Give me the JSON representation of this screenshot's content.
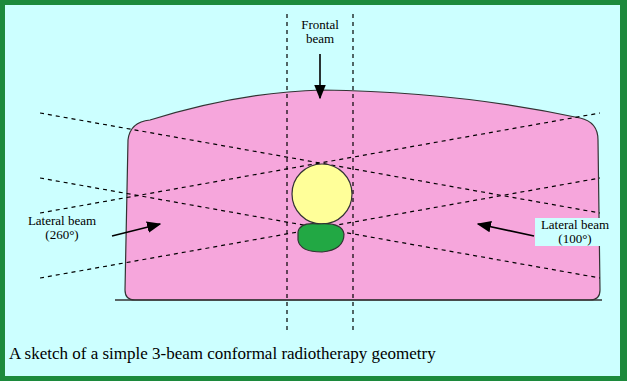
{
  "diagram": {
    "caption": "A sketch of a simple 3-beam conformal radiotherapy geometry",
    "labels": [
      "Frontal beam",
      "Lateral beam (260°)",
      "Lateral beam (100°)"
    ]
  }
}
